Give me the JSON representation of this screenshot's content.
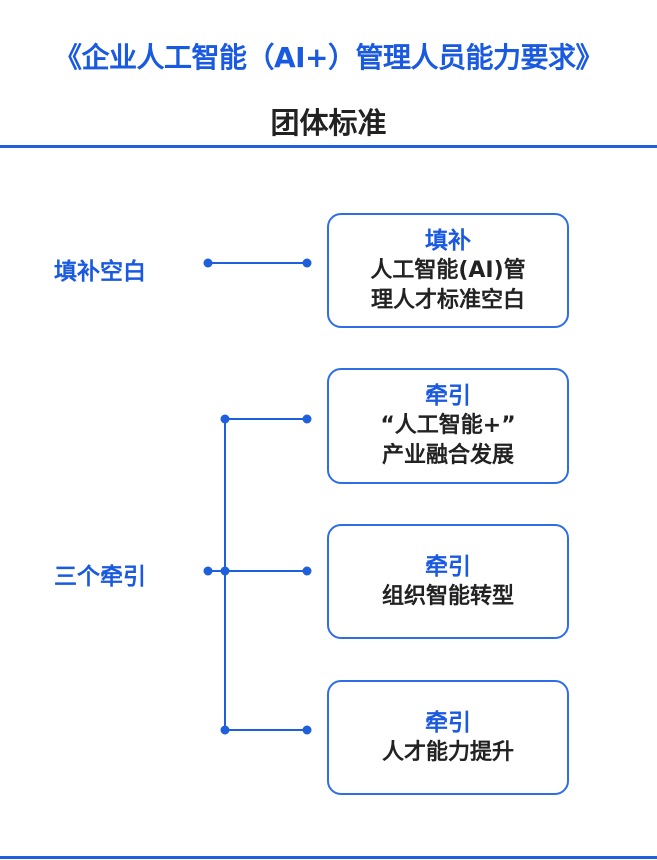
{
  "header": {
    "title": "《企业人工智能（AI+）管理人员能力要求》",
    "subtitle": "团体标准"
  },
  "groups": [
    {
      "label": "填补空白",
      "boxes": [
        {
          "head": "填补",
          "lines": [
            "人工智能(AI)管",
            "理人才标准空白"
          ]
        }
      ]
    },
    {
      "label": "三个牵引",
      "boxes": [
        {
          "head": "牵引",
          "lines": [
            "“人工智能+”",
            "产业融合发展"
          ]
        },
        {
          "head": "牵引",
          "lines": [
            "组织智能转型"
          ]
        },
        {
          "head": "牵引",
          "lines": [
            "人才能力提升"
          ]
        }
      ]
    }
  ],
  "colors": {
    "accent": "#1a5ae0",
    "text": "#222222",
    "border": "#2f6ee6"
  }
}
